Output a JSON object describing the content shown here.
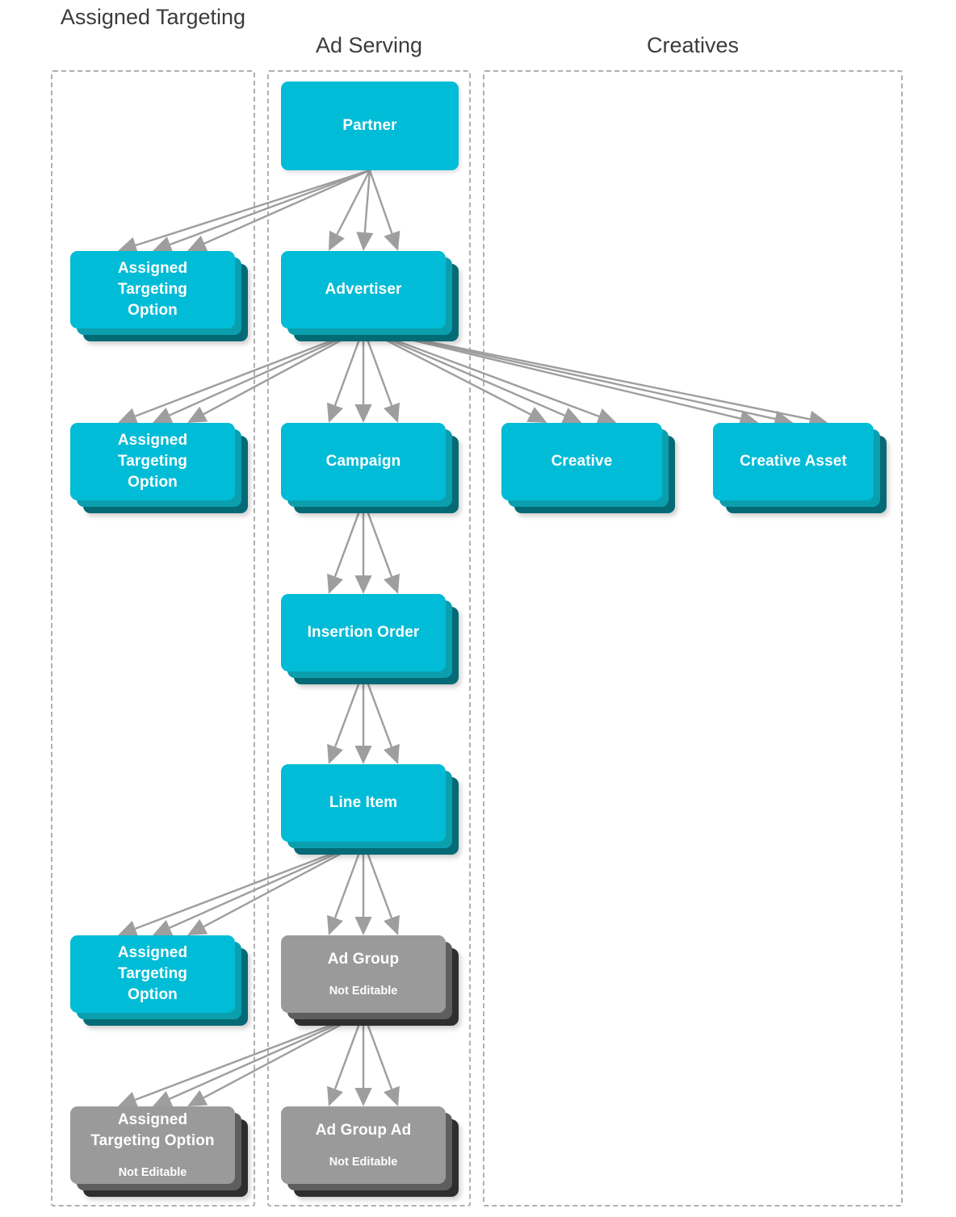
{
  "diagram": {
    "title_columns": [
      {
        "id": "assigned-targeting",
        "label": "Assigned\nTargeting"
      },
      {
        "id": "ad-serving",
        "label": "Ad Serving"
      },
      {
        "id": "creatives",
        "label": "Creatives"
      }
    ],
    "colors": {
      "node_cyan": "#00bcd6",
      "node_cyan_mid": "#0b9fae",
      "node_cyan_dark": "#046a75",
      "node_gray": "#9a9a9a",
      "node_gray_mid": "#5e5e5e",
      "node_gray_dark": "#2e2e2e",
      "arrow": "#9e9e9e",
      "column_border": "#b0b0b0",
      "header_text": "#3c3c3c",
      "node_text": "#ffffff",
      "background": "#ffffff"
    },
    "nodes": [
      {
        "id": "partner",
        "title": "Partner",
        "subtitle": "",
        "style": "cyan",
        "stacked": false,
        "column": "ad-serving"
      },
      {
        "id": "assigned-targeting-option-partner",
        "title": "Assigned\nTargeting\nOption",
        "subtitle": "",
        "style": "cyan",
        "stacked": true,
        "column": "assigned-targeting"
      },
      {
        "id": "advertiser",
        "title": "Advertiser",
        "subtitle": "",
        "style": "cyan",
        "stacked": true,
        "column": "ad-serving"
      },
      {
        "id": "assigned-targeting-option-advertiser",
        "title": "Assigned\nTargeting\nOption",
        "subtitle": "",
        "style": "cyan",
        "stacked": true,
        "column": "assigned-targeting"
      },
      {
        "id": "campaign",
        "title": "Campaign",
        "subtitle": "",
        "style": "cyan",
        "stacked": true,
        "column": "ad-serving"
      },
      {
        "id": "creative",
        "title": "Creative",
        "subtitle": "",
        "style": "cyan",
        "stacked": true,
        "column": "creatives"
      },
      {
        "id": "creative-asset",
        "title": "Creative Asset",
        "subtitle": "",
        "style": "cyan",
        "stacked": true,
        "column": "creatives"
      },
      {
        "id": "insertion-order",
        "title": "Insertion Order",
        "subtitle": "",
        "style": "cyan",
        "stacked": true,
        "column": "ad-serving"
      },
      {
        "id": "line-item",
        "title": "Line Item",
        "subtitle": "",
        "style": "cyan",
        "stacked": true,
        "column": "ad-serving"
      },
      {
        "id": "assigned-targeting-option-line-item",
        "title": "Assigned\nTargeting\nOption",
        "subtitle": "",
        "style": "cyan",
        "stacked": true,
        "column": "assigned-targeting"
      },
      {
        "id": "ad-group",
        "title": "Ad Group",
        "subtitle": "Not Editable",
        "style": "gray",
        "stacked": true,
        "column": "ad-serving"
      },
      {
        "id": "assigned-targeting-option-ad-group",
        "title": "Assigned\nTargeting Option",
        "subtitle": "Not Editable",
        "style": "gray",
        "stacked": true,
        "column": "assigned-targeting"
      },
      {
        "id": "ad-group-ad",
        "title": "Ad Group Ad",
        "subtitle": "Not Editable",
        "style": "gray",
        "stacked": true,
        "column": "ad-serving"
      }
    ],
    "edges": [
      {
        "from": "partner",
        "to": "assigned-targeting-option-partner",
        "multiplicity": 3
      },
      {
        "from": "partner",
        "to": "advertiser",
        "multiplicity": 3
      },
      {
        "from": "advertiser",
        "to": "assigned-targeting-option-advertiser",
        "multiplicity": 3
      },
      {
        "from": "advertiser",
        "to": "campaign",
        "multiplicity": 3
      },
      {
        "from": "advertiser",
        "to": "creative",
        "multiplicity": 3
      },
      {
        "from": "advertiser",
        "to": "creative-asset",
        "multiplicity": 3
      },
      {
        "from": "campaign",
        "to": "insertion-order",
        "multiplicity": 3
      },
      {
        "from": "insertion-order",
        "to": "line-item",
        "multiplicity": 3
      },
      {
        "from": "line-item",
        "to": "assigned-targeting-option-line-item",
        "multiplicity": 3
      },
      {
        "from": "line-item",
        "to": "ad-group",
        "multiplicity": 3
      },
      {
        "from": "ad-group",
        "to": "assigned-targeting-option-ad-group",
        "multiplicity": 3
      },
      {
        "from": "ad-group",
        "to": "ad-group-ad",
        "multiplicity": 3
      }
    ]
  }
}
